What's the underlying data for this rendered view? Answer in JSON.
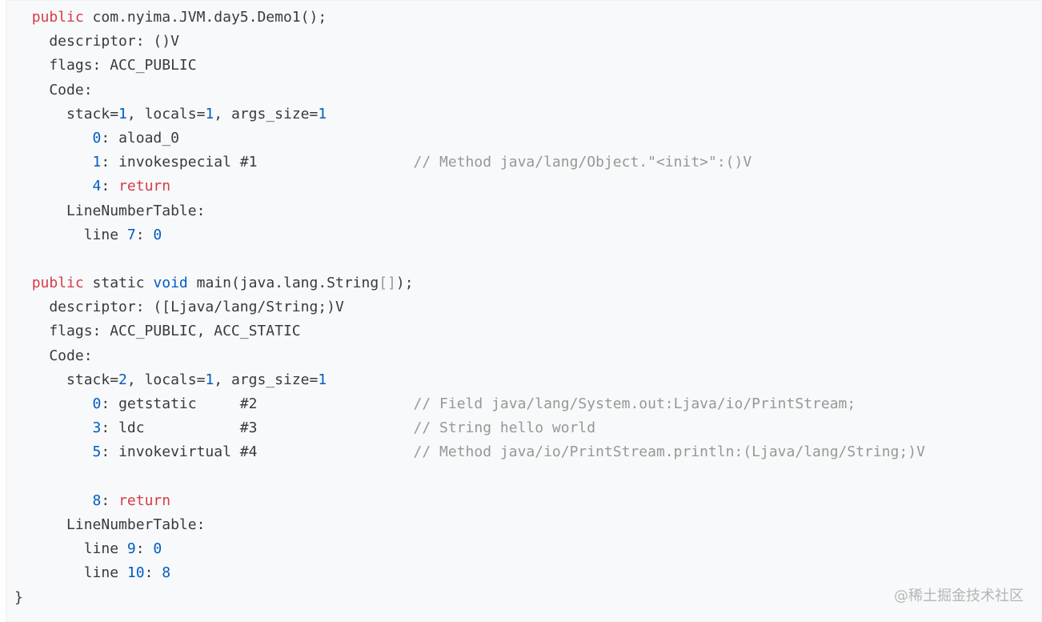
{
  "watermark": "@稀土掘金技术社区",
  "colors": {
    "keyword": "#d73a49",
    "number": "#005cc5",
    "comment": "#969896",
    "plain": "#383a42",
    "background": "#f8f9fa"
  },
  "lines": [
    [
      {
        "t": "  "
      },
      {
        "t": "public",
        "c": "kw"
      },
      {
        "t": " com.nyima.JVM.day5.Demo1();"
      }
    ],
    [
      {
        "t": "    descriptor: ()V"
      }
    ],
    [
      {
        "t": "    flags: ACC_PUBLIC"
      }
    ],
    [
      {
        "t": "    Code:"
      }
    ],
    [
      {
        "t": "      stack="
      },
      {
        "t": "1",
        "c": "num"
      },
      {
        "t": ", locals="
      },
      {
        "t": "1",
        "c": "num"
      },
      {
        "t": ", args_size="
      },
      {
        "t": "1",
        "c": "num"
      }
    ],
    [
      {
        "t": "         "
      },
      {
        "t": "0",
        "c": "num"
      },
      {
        "t": ": aload_0"
      }
    ],
    [
      {
        "t": "         "
      },
      {
        "t": "1",
        "c": "num"
      },
      {
        "t": ": invokespecial #1                  "
      },
      {
        "t": "// Method java/lang/Object.\"<init>\":()V",
        "c": "cm"
      }
    ],
    [
      {
        "t": "         "
      },
      {
        "t": "4",
        "c": "num"
      },
      {
        "t": ": "
      },
      {
        "t": "return",
        "c": "kw"
      }
    ],
    [
      {
        "t": "      LineNumberTable:"
      }
    ],
    [
      {
        "t": "        line "
      },
      {
        "t": "7",
        "c": "num"
      },
      {
        "t": ": "
      },
      {
        "t": "0",
        "c": "num"
      }
    ],
    [
      {
        "t": ""
      }
    ],
    [
      {
        "t": "  "
      },
      {
        "t": "public",
        "c": "kw"
      },
      {
        "t": " static "
      },
      {
        "t": "void",
        "c": "num"
      },
      {
        "t": " main(java.lang.String"
      },
      {
        "t": "[]",
        "c": "br"
      },
      {
        "t": ");"
      }
    ],
    [
      {
        "t": "    descriptor: ([Ljava/lang/String;)V"
      }
    ],
    [
      {
        "t": "    flags: ACC_PUBLIC, ACC_STATIC"
      }
    ],
    [
      {
        "t": "    Code:"
      }
    ],
    [
      {
        "t": "      stack="
      },
      {
        "t": "2",
        "c": "num"
      },
      {
        "t": ", locals="
      },
      {
        "t": "1",
        "c": "num"
      },
      {
        "t": ", args_size="
      },
      {
        "t": "1",
        "c": "num"
      }
    ],
    [
      {
        "t": "         "
      },
      {
        "t": "0",
        "c": "num"
      },
      {
        "t": ": getstatic     #2                  "
      },
      {
        "t": "// Field java/lang/System.out:Ljava/io/PrintStream;",
        "c": "cm"
      }
    ],
    [
      {
        "t": "         "
      },
      {
        "t": "3",
        "c": "num"
      },
      {
        "t": ": ldc           #3                  "
      },
      {
        "t": "// String hello world",
        "c": "cm"
      }
    ],
    [
      {
        "t": "         "
      },
      {
        "t": "5",
        "c": "num"
      },
      {
        "t": ": invokevirtual #4                  "
      },
      {
        "t": "// Method java/io/PrintStream.println:(Ljava/lang/String;)V",
        "c": "cm"
      }
    ],
    [
      {
        "t": ""
      }
    ],
    [
      {
        "t": "         "
      },
      {
        "t": "8",
        "c": "num"
      },
      {
        "t": ": "
      },
      {
        "t": "return",
        "c": "kw"
      }
    ],
    [
      {
        "t": "      LineNumberTable:"
      }
    ],
    [
      {
        "t": "        line "
      },
      {
        "t": "9",
        "c": "num"
      },
      {
        "t": ": "
      },
      {
        "t": "0",
        "c": "num"
      }
    ],
    [
      {
        "t": "        line "
      },
      {
        "t": "10",
        "c": "num"
      },
      {
        "t": ": "
      },
      {
        "t": "8",
        "c": "num"
      }
    ],
    [
      {
        "t": "}"
      }
    ]
  ]
}
